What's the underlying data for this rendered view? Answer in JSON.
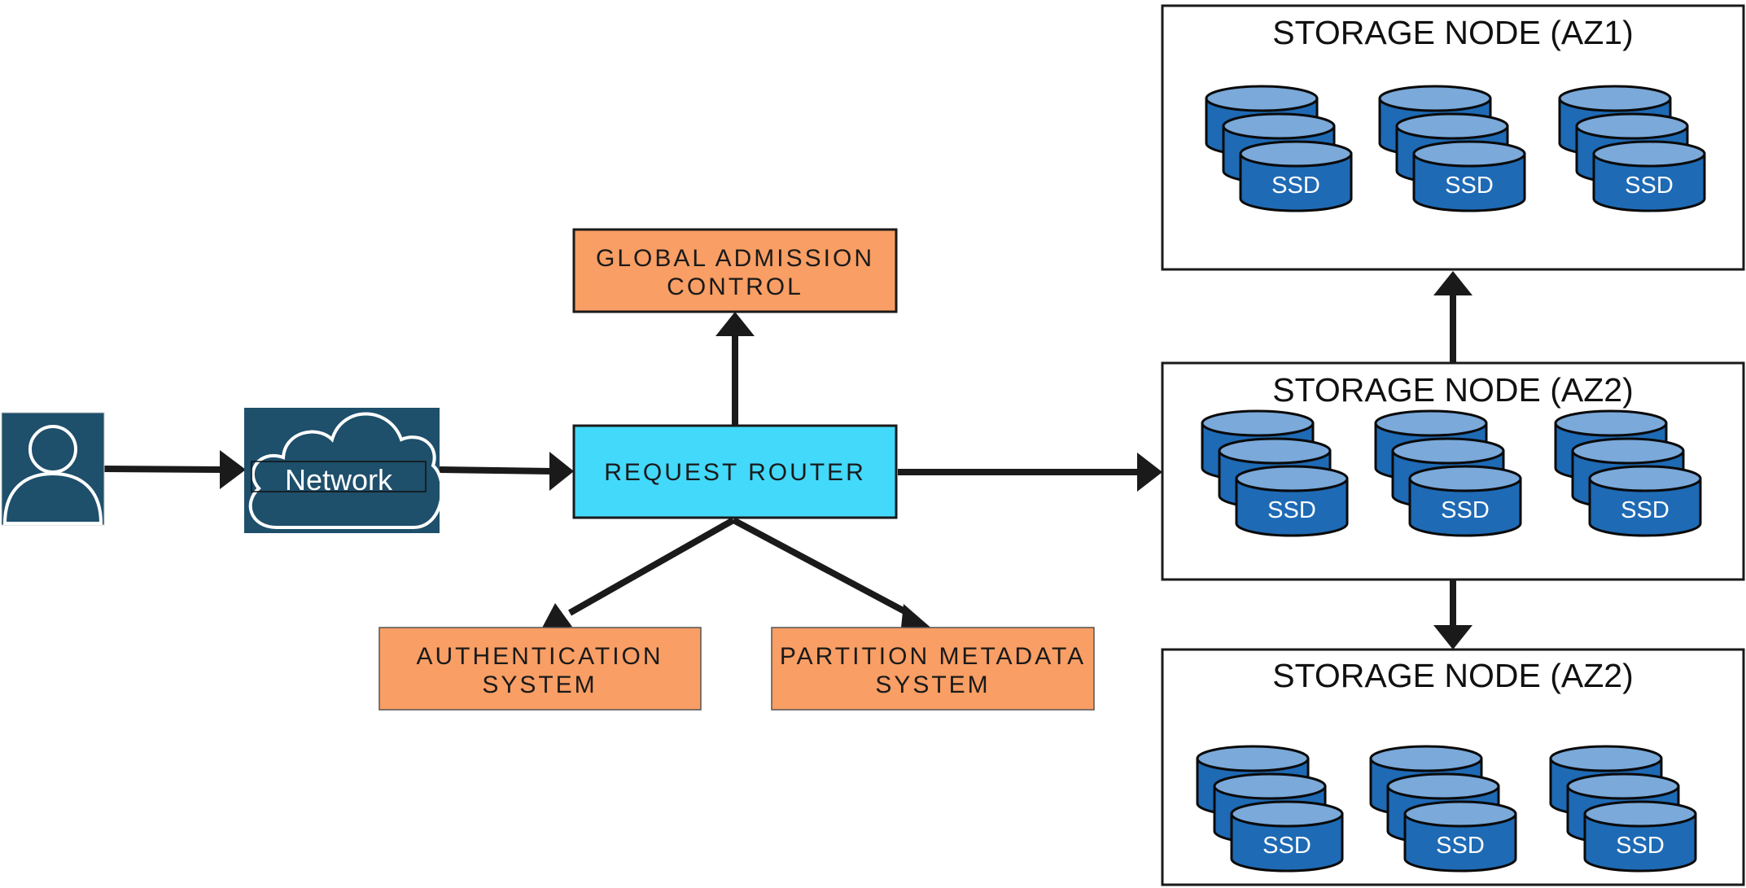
{
  "colors": {
    "dark_teal": "#1e4f6b",
    "router": "#43d9fb",
    "service": "#f99e64",
    "ssd_body": "#1e6ab5",
    "ssd_top": "#7aa9da",
    "arrow": "#1a1a1a"
  },
  "user": {
    "icon": "user-icon"
  },
  "network": {
    "label": "Network",
    "icon": "cloud-icon"
  },
  "router": {
    "label": "REQUEST ROUTER"
  },
  "admission": {
    "line1": "GLOBAL ADMISSION",
    "line2": "CONTROL"
  },
  "auth": {
    "line1": "AUTHENTICATION",
    "line2": "SYSTEM"
  },
  "partition": {
    "line1": "PARTITION METADATA",
    "line2": "SYSTEM"
  },
  "storage_nodes": [
    {
      "title": "STORAGE NODE (AZ1)"
    },
    {
      "title": "STORAGE NODE (AZ2)"
    },
    {
      "title": "STORAGE NODE (AZ2)"
    }
  ],
  "ssd_label": "SSD"
}
